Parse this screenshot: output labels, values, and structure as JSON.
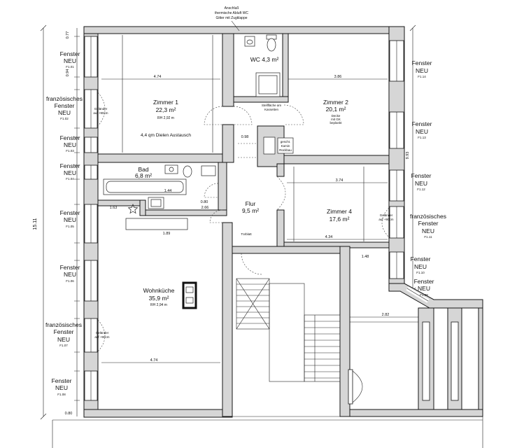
{
  "top_note": {
    "line1": "Anschluß",
    "line2": "thermische Abluft WC",
    "line3": "Gitter mit Zugklappe"
  },
  "rooms": {
    "zimmer1": {
      "name": "Zimmer 1",
      "area": "22,3 m²",
      "height": "RH 2,92 m",
      "note": "4,4 qm Dielen Austausch"
    },
    "zimmer2": {
      "name": "Zimmer 2",
      "area": "20,1 m²",
      "note_lines": [
        "Decke",
        "mit GK",
        "beplankt"
      ]
    },
    "wc": {
      "label": "WC 4,3 m²"
    },
    "bad": {
      "name": "Bad",
      "area": "6,8 m²"
    },
    "flur": {
      "name": "Flur",
      "area": "9,5 m²"
    },
    "zimmer4": {
      "name": "Zimmer 4",
      "area": "17,6 m²"
    },
    "wohnkueche": {
      "name": "Wohnküche",
      "area": "35,9 m²",
      "height": "RH 2,94 m"
    }
  },
  "windows_left": [
    {
      "lines": [
        "Fenster",
        "NEU"
      ],
      "id": "F1.01"
    },
    {
      "lines": [
        "französisches",
        "Fenster",
        "NEU"
      ],
      "id": "F1.02"
    },
    {
      "lines": [
        "Fenster",
        "NEU"
      ],
      "id": "F1.03"
    },
    {
      "lines": [
        "Fenster",
        "NEU"
      ],
      "id": "F1.04"
    },
    {
      "lines": [
        "Fenster",
        "NEU"
      ],
      "id": "F1.05"
    },
    {
      "lines": [
        "Fenster",
        "NEU"
      ],
      "id": "F1.06"
    },
    {
      "lines": [
        "französisches",
        "Fenster",
        "NEU"
      ],
      "id": "F1.07"
    },
    {
      "lines": [
        "Fenster",
        "NEU"
      ],
      "id": "F1.08"
    }
  ],
  "windows_right": [
    {
      "lines": [
        "Fenster",
        "NEU"
      ],
      "id": "F1.14"
    },
    {
      "lines": [
        "Fenster",
        "NEU"
      ],
      "id": "F1.13"
    },
    {
      "lines": [
        "Fenster",
        "NEU"
      ],
      "id": "F1.12"
    },
    {
      "lines": [
        "französisches",
        "Fenster",
        "NEU"
      ],
      "id": "F1.11"
    },
    {
      "lines": [
        "Fenster",
        "NEU"
      ],
      "id": "F1.10"
    },
    {
      "lines": [
        "Fenster",
        "NEU"
      ],
      "id": "F1.09"
    }
  ],
  "railing_notes": [
    {
      "l1": "Geländer",
      "l2": "auf +90cm"
    },
    {
      "l1": "Geländer",
      "l2": "auf +90cm"
    },
    {
      "l1": "Geländer",
      "l2": "auf +90cm"
    }
  ],
  "notes": {
    "kassetten": [
      "Stellfläche am",
      "Kassetten"
    ],
    "kamin": [
      "gescht.",
      "Kamin",
      "Rückbau"
    ],
    "tuerblatt": "Türblatt"
  },
  "dimensions": {
    "total_left": "15.11",
    "total_right": "9.93",
    "z1_width": "4.74",
    "z2_width": "3.86",
    "wk_width": "4.74",
    "top_left_a": "0.77",
    "top_left_b": "0.94",
    "flur_a": "0.98",
    "bad_tub": "1.44",
    "bad_a": "1.63",
    "bad_b": "2.66",
    "bad_c": "0.80",
    "kueche_a": "1.89",
    "z4_width": "3.74",
    "z4_bottom": "4.34",
    "z4_side": "1.48",
    "bay": "2.82",
    "bottom_left": "0.80"
  }
}
